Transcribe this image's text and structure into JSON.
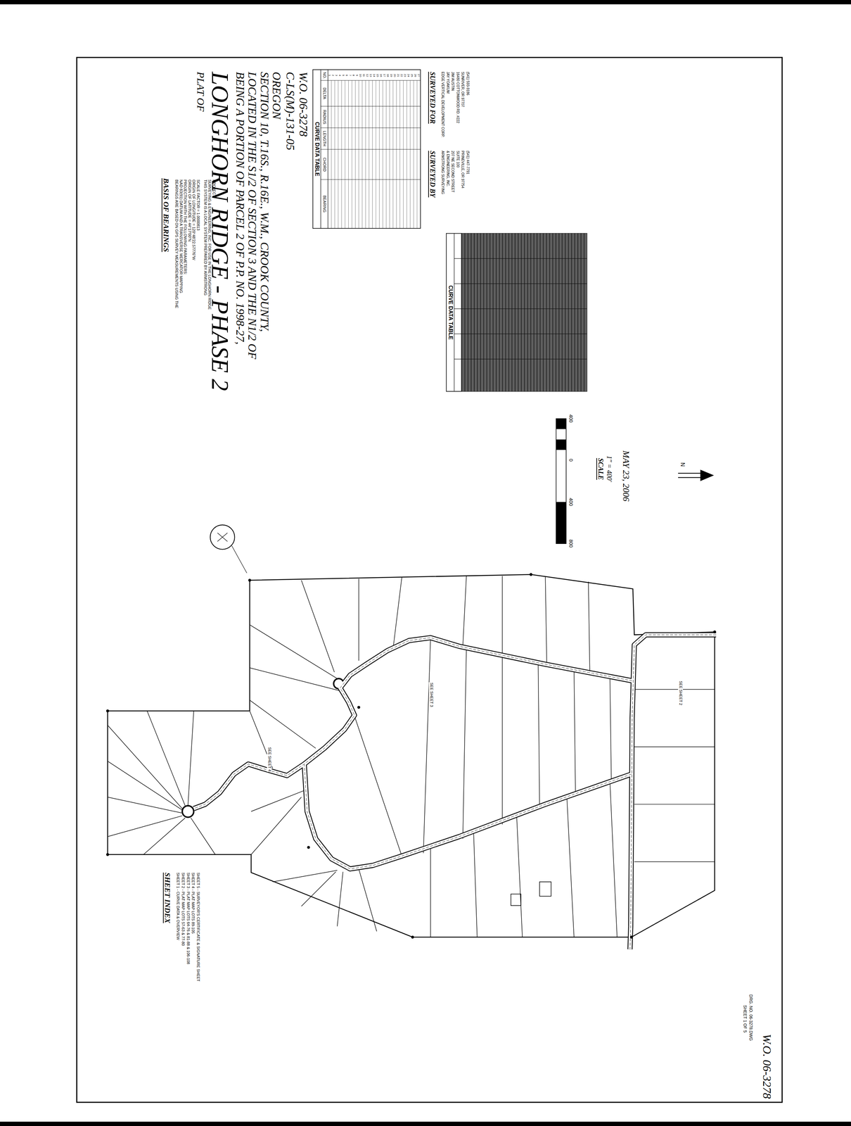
{
  "diagram": {
    "title": "LONGHORN RIDGE - PHASE 2",
    "labels": [
      "PLAT OF",
      "BEING A PORTION OF PARCEL 2 OF P.P. NO. 1998-27,",
      "LOCATED IN THE S1/2 OF SECTION 3 AND THE N1/2 OF",
      "SECTION 10, T.16S., R.16E., W.M., CROOK COUNTY,",
      "OREGON",
      "C-LS(M)-131-05",
      "W.O. 06-3278",
      "CURVE DATA TABLE",
      "NO.",
      "DELTA",
      "RADIUS",
      "LENGTH",
      "CHORD",
      "BEARING",
      "1",
      "2",
      "3",
      "4",
      "5",
      "6",
      "7",
      "8",
      "9",
      "10",
      "11",
      "12",
      "13",
      "14",
      "15",
      "16",
      "17",
      "18",
      "19",
      "20",
      "21",
      "22",
      "23",
      "24",
      "25",
      "26",
      "27",
      "CURVE DATA TABLE",
      "SURVEYED FOR",
      "EDGE VERTICAL DEVELOPMENT CORP.",
      "JAY YOAKUM",
      "JIM AUSTIN",
      "16480 COTTONWOOD RD. #222",
      "SUNRIVER, OR 97707",
      "(541) 593-9186",
      "SURVEYED BY",
      "ARMSTRONG SURVEYING",
      "& ENGINEERING, INC.",
      "207 NE SECOND STREET",
      "SUITE 100",
      "PRINEVILLE, OR 97754",
      "(541) 447-7791",
      "SCALE",
      "1\" = 400'",
      "400",
      "0",
      "400",
      "800",
      "MAY 23, 2006",
      "N",
      "BASIS OF BEARINGS",
      "BEARINGS ARE BASED ON GPS SURVEY MEASUREMENTS USING THE",
      "NAD 83(91) DATUM AND A TRANSVERSE MERCATOR MAPPING",
      "PROJECTION WITH THE FOLLOWING PARAMETERS:",
      "ORIGIN OF LATITUDE = 44°17'00\"N",
      "ORIGIN OF LONGITUDE = 120°48'22.57776\"W",
      "SCALE FACTOR = 1.0000813",
      "THIS SYSTEM IS A LOCAL SYSTEM PREPARED BY ARMSTRONG",
      "SURVEYING & ENGINEERING, INC. FOR USE IN THE LONGHORN RIDGE",
      "PROJECT.",
      "SHEET INDEX",
      "SHEET 1 - CURVE DATA & OVERVIEW",
      "SHEET 2 - PLAT MAP LOTS 57-63 & 77-80",
      "SHEET 3 - PLAT MAP LOTS 64-76 & 81-88 & 106-108",
      "SHEET 4 - PLAT MAP LOTS 89-105",
      "SHEET 5 - SURVEYOR'S CERTIFICATE & SIGNATURE SHEET",
      "SEE SHEET 2",
      "SEE SHEET 3",
      "SEE SHEET 4",
      "SHEET 1 OF 5",
      "DRG. NO. 06-3278.DWG",
      "W.O. 06-3278"
    ]
  }
}
